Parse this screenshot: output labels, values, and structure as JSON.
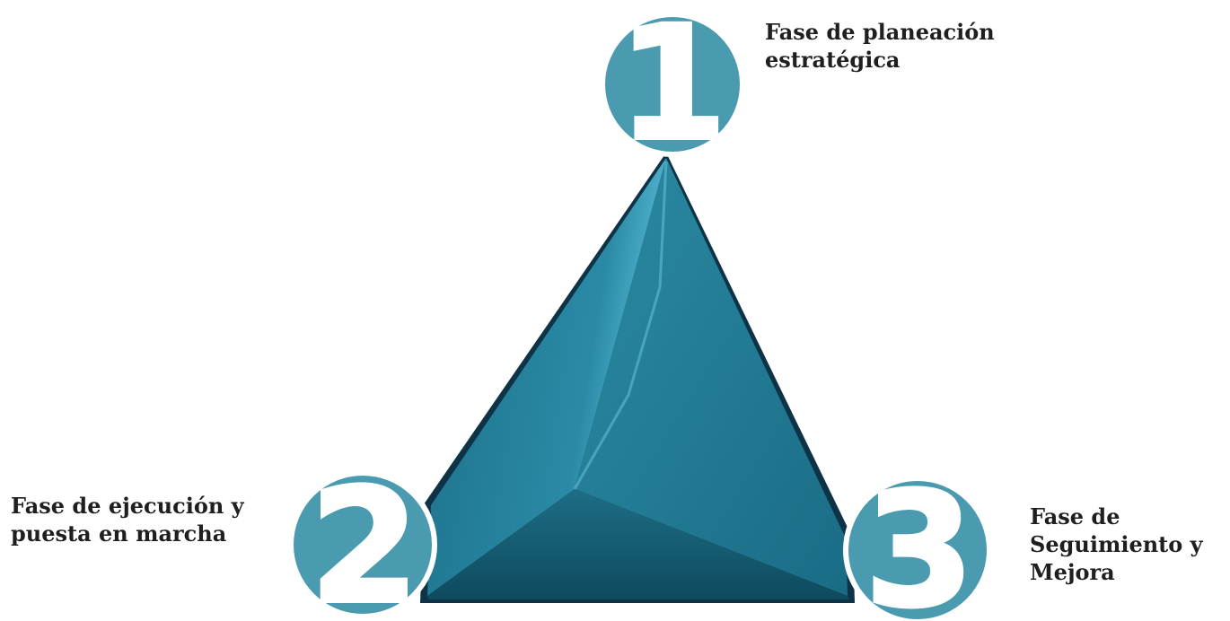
{
  "diagram": {
    "type": "pyramid-cycle",
    "accent_color": "#4a9bb0",
    "pyramid_color": "#1f7a92",
    "phases": [
      {
        "number": "1",
        "lines": [
          "Fase de planeación",
          "estratégica"
        ]
      },
      {
        "number": "2",
        "lines": [
          "Fase de ejecución y",
          "puesta en marcha"
        ]
      },
      {
        "number": "3",
        "lines": [
          "Fase de",
          "Seguimiento y",
          "Mejora"
        ]
      }
    ]
  }
}
